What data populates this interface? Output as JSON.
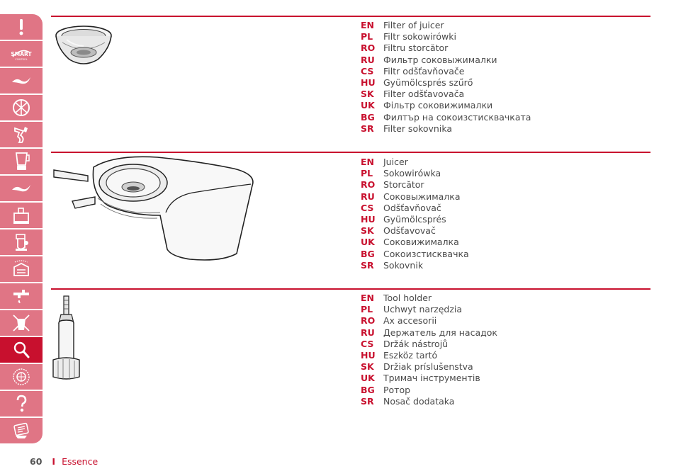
{
  "sidebar": {
    "items": [
      {
        "icon": "exclamation-icon"
      },
      {
        "icon": "smart-control-icon",
        "label_line1": "SMART",
        "label_line2": "CONTROL"
      },
      {
        "icon": "blade-icon"
      },
      {
        "icon": "whisk-icon"
      },
      {
        "icon": "dough-hook-icon"
      },
      {
        "icon": "blender-icon"
      },
      {
        "icon": "blade-icon"
      },
      {
        "icon": "food-processor-icon"
      },
      {
        "icon": "mincer-icon"
      },
      {
        "icon": "storage-icon"
      },
      {
        "icon": "faucet-icon"
      },
      {
        "icon": "disposal-icon"
      },
      {
        "icon": "magnifier-icon",
        "active": true
      },
      {
        "icon": "guarantee-icon"
      },
      {
        "icon": "question-icon"
      },
      {
        "icon": "troubleshooting-icon"
      }
    ],
    "active_color": "#c8102e",
    "color": "#e07585"
  },
  "sections": [
    {
      "part": "filter",
      "translations": [
        {
          "code": "EN",
          "text": "Filter of juicer"
        },
        {
          "code": "PL",
          "text": "Filtr sokowirówki"
        },
        {
          "code": "RO",
          "text": "Filtru storcător"
        },
        {
          "code": "RU",
          "text": "Фильтр соковыжималки"
        },
        {
          "code": "CS",
          "text": "Filtr odšťavňovače"
        },
        {
          "code": "HU",
          "text": "Gyümölcsprés szűrő"
        },
        {
          "code": "SK",
          "text": "Filter odšťavovača"
        },
        {
          "code": "UK",
          "text": "Фільтр соковижималки"
        },
        {
          "code": "BG",
          "text": "Филтър на сокоизстисквачката"
        },
        {
          "code": "SR",
          "text": "Filter sokovnika"
        }
      ]
    },
    {
      "part": "juicer",
      "translations": [
        {
          "code": "EN",
          "text": "Juicer"
        },
        {
          "code": "PL",
          "text": "Sokowirówka"
        },
        {
          "code": "RO",
          "text": "Storcător"
        },
        {
          "code": "RU",
          "text": "Соковыжималка"
        },
        {
          "code": "CS",
          "text": "Odšťavňovač"
        },
        {
          "code": "HU",
          "text": "Gyümölcsprés"
        },
        {
          "code": "SK",
          "text": "Odšťavovač"
        },
        {
          "code": "UK",
          "text": "Соковижималка"
        },
        {
          "code": "BG",
          "text": "Сокоизстисквачка"
        },
        {
          "code": "SR",
          "text": "Sokovnik"
        }
      ]
    },
    {
      "part": "tool-holder",
      "translations": [
        {
          "code": "EN",
          "text": "Tool holder"
        },
        {
          "code": "PL",
          "text": "Uchwyt narzędzia"
        },
        {
          "code": "RO",
          "text": "Ax accesorii"
        },
        {
          "code": "RU",
          "text": "Держатель для насадок"
        },
        {
          "code": "CS",
          "text": "Držák nástrojů"
        },
        {
          "code": "HU",
          "text": "Eszköz tartó"
        },
        {
          "code": "SK",
          "text": "Držiak príslušenstva"
        },
        {
          "code": "UK",
          "text": "Тримач інструментів"
        },
        {
          "code": "BG",
          "text": "Ротор"
        },
        {
          "code": "SR",
          "text": "Nosač dodataka"
        }
      ]
    }
  ],
  "footer": {
    "page_number": "60",
    "separator": "I",
    "brand": "Essence"
  },
  "accent_color": "#c8102e"
}
